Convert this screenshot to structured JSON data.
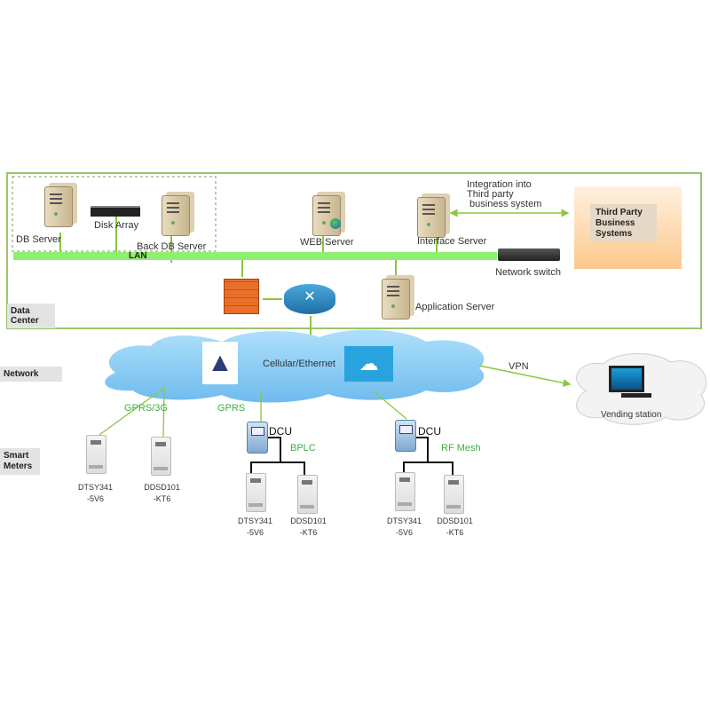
{
  "data_center": {
    "label": "Data\nCenter",
    "lan_label": "LAN",
    "db_server": "DB Server",
    "disk_array": "Disk Array",
    "back_db_server": "Back DB Server",
    "web_server": "WEB Server",
    "interface_server": "Interface Server",
    "integration_text": [
      "Integration into",
      "Third party",
      " business system"
    ],
    "third_party": "Third Party\nBusiness\nSystems",
    "network_switch": "Network switch",
    "application_server": "Application Server"
  },
  "network": {
    "label": "Network",
    "cloud_label": "Cellular/Ethernet",
    "vpn_label": "VPN",
    "vending_station": "Vending station"
  },
  "smart_meters": {
    "label": "Smart\nMeters",
    "gprs3g": "GPRS/3G",
    "gprs": "GPRS",
    "dcu": "DCU",
    "bplc": "BPLC",
    "rf_mesh": "RF Mesh",
    "meter_a": "DTSY341\n-5V6",
    "meter_b": "DDSD101\n-KT6"
  },
  "colors": {
    "lan": "#90ee70",
    "border": "#9cc46a",
    "link": "#8cc63f",
    "cloud": "#8ccdf5",
    "protocol_text": "#3cb043"
  }
}
